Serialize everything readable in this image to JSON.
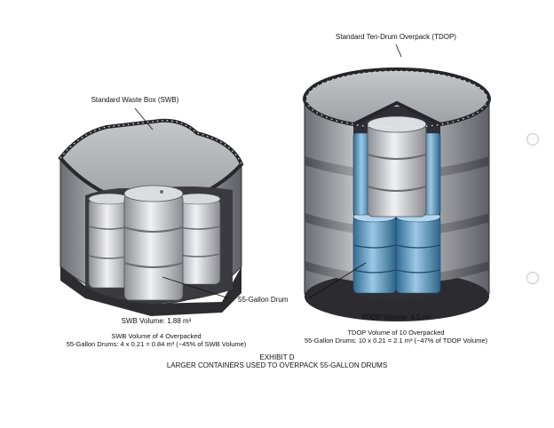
{
  "labels": {
    "swb_title": "Standard Waste Box (SWB)",
    "tdop_title": "Standard Ten-Drum Overpack (TDOP)",
    "drum": "55-Gallon Drum"
  },
  "swb": {
    "volume": "SWB Volume: 1.88 m³",
    "overpack_line1": "SWB Volume of 4 Overpacked",
    "overpack_line2": "55-Gallon Drums: 4 x 0.21 = 0.84 m³ (~45% of SWB Volume)"
  },
  "tdop": {
    "volume": "TDOP Volume: 4.5 m³",
    "overpack_line1": "TDOP Volume of 10 Overpacked",
    "overpack_line2": "55-Gallon Drums: 10 x 0.21 = 2.1 m³ (~47% of TDOP Volume)"
  },
  "exhibit": {
    "label": "EXHIBIT D",
    "caption": "LARGER CONTAINERS USED TO OVERPACK 55-GALLON DRUMS"
  },
  "colors": {
    "swb_body": "#a7a8ac",
    "tdop_body": "#b9babd",
    "drum_blue": "#5b95bd",
    "rim": "#2a2a2e"
  }
}
